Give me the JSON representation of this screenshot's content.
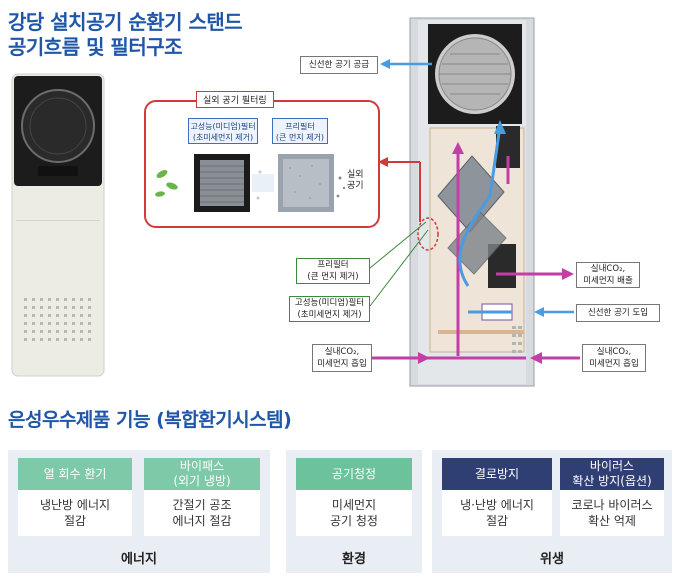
{
  "header": {
    "title_line1": "강당 설치공기 순환기 스탠드",
    "title_line2": "공기흐름 및 필터구조"
  },
  "filter_diagram": {
    "title": "실외 공기 필터링",
    "hepa_label": "고성능(미디엄)필터\n(초미세먼지 제거)",
    "pre_label": "프리필터\n(큰 먼지 제거)",
    "outdoor_air": "실외\n공기"
  },
  "callouts": {
    "fresh_supply": "신선한 공기 공급",
    "prefilter": "프리필터\n(큰 먼지 제거)",
    "hepa": "고성능(미디엄)필터\n(초미세먼지 제거)",
    "indoor_intake": "실내CO₂,\n미세먼지 흡입",
    "indoor_exhaust": "실내CO₂,\n미세먼지 배출",
    "fresh_intake": "신선한 공기 도입",
    "indoor_intake_right": "실내CO₂,\n미세먼지 흡입"
  },
  "features": {
    "section_title": "은성우수제품 기능 (복합환기시스템)",
    "energy": {
      "label": "에너지",
      "items": [
        {
          "head": "열 회수 환기",
          "body": "냉난방 에너지\n절감"
        },
        {
          "head": "바이패스\n(외기 냉방)",
          "body": "간절기 공조\n에너지 절감"
        }
      ]
    },
    "environment": {
      "label": "환경",
      "items": [
        {
          "head": "공기청정",
          "body": "미세먼지\n공기 청정"
        }
      ]
    },
    "hygiene": {
      "label": "위생",
      "items": [
        {
          "head": "결로방지",
          "body": "냉·난방 에너지\n절감"
        },
        {
          "head": "바이러스\n확산 방지(옵션)",
          "body": "코로나 바이러스\n확산 억제"
        }
      ]
    }
  },
  "colors": {
    "title_blue": "#1f56a8",
    "teal_head": "#7ec9a7",
    "green_head": "#6cc29a",
    "navy_head": "#2f3f73",
    "group_bg": "#e9eef4",
    "arrow_blue": "#4a9be0",
    "arrow_magenta": "#c23fa6",
    "arrow_red": "#d23a3a"
  }
}
